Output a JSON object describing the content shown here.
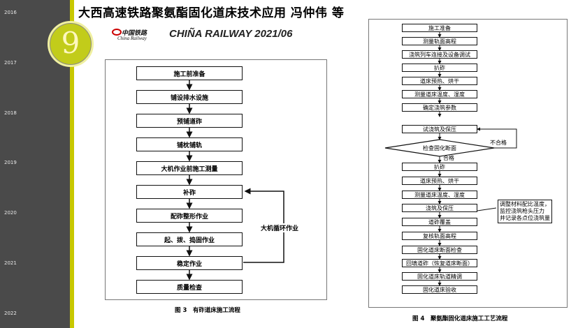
{
  "title": "大西高速铁路聚氨酯固化道床技术应用 冯仲伟 等",
  "page_number": "9",
  "journal": {
    "name": "CHIÑA RAILWAY 2021/06",
    "logo_cn": "中国铁路",
    "logo_en": "China Railway"
  },
  "timeline": [
    "2016",
    "2017",
    "2018",
    "2019",
    "2020",
    "2021",
    "2022"
  ],
  "figure3": {
    "caption": "图 3　有砟道床施工流程",
    "steps": [
      "施工前准备",
      "铺设排水设施",
      "预铺道砟",
      "铺枕铺轨",
      "大机作业前施工测量",
      "补砟",
      "配砟整形作业",
      "起、拨、捣固作业",
      "稳定作业",
      "质量检查"
    ],
    "loop_label": "大机循环作业"
  },
  "figure4": {
    "caption": "图 4　聚氨酯固化道床施工工艺流程",
    "steps_top": [
      "施工准备",
      "测量轨面高程",
      "浇筑列车连接及设备调试",
      "扒砟",
      "道床预热、烘干",
      "测量道床温度、湿度",
      "确定浇筑参数",
      "试浇筑及保压"
    ],
    "decision": "检查固化断面",
    "fail_label": "不合格",
    "pass_label": "合格",
    "steps_bottom": [
      "扒砟",
      "道床预热、烘干",
      "测量道床温度、湿度",
      "浇筑及保压",
      "道砟覆盖",
      "复核轨面高程",
      "固化道床断面检查",
      "回填道砟（恢复道床断面）",
      "固化道床轨道精调",
      "固化道床验收"
    ],
    "side_note": [
      "调整材料配比温度，",
      "监控浇筑枪头压力",
      "并记录各点位浇筑量"
    ]
  }
}
